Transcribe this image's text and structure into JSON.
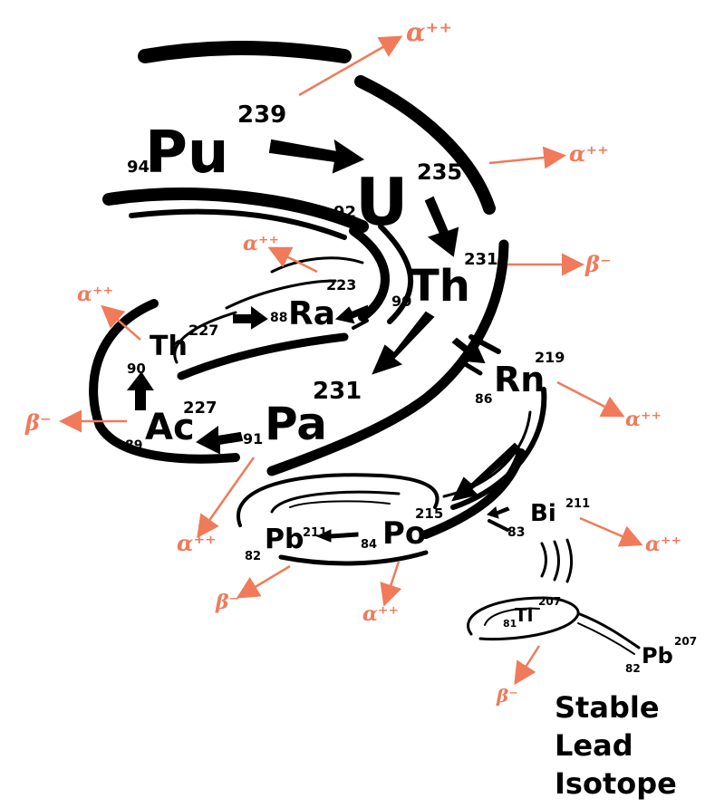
{
  "colors": {
    "ink": "#000000",
    "emission": "#f07a5a"
  },
  "nuclides": [
    {
      "id": "pu239",
      "symbol": "Pu",
      "mass": "239",
      "z": "94"
    },
    {
      "id": "u235",
      "symbol": "U",
      "mass": "235",
      "z": "92"
    },
    {
      "id": "th231",
      "symbol": "Th",
      "mass": "231",
      "z": "90"
    },
    {
      "id": "pa231",
      "symbol": "Pa",
      "mass": "231",
      "z": "91"
    },
    {
      "id": "ac227",
      "symbol": "Ac",
      "mass": "227",
      "z": "89"
    },
    {
      "id": "th227",
      "symbol": "Th",
      "mass": "227",
      "z": "90"
    },
    {
      "id": "ra223",
      "symbol": "Ra",
      "mass": "223",
      "z": "88"
    },
    {
      "id": "rn219",
      "symbol": "Rn",
      "mass": "219",
      "z": "86"
    },
    {
      "id": "po215",
      "symbol": "Po",
      "mass": "215",
      "z": "84"
    },
    {
      "id": "pb211",
      "symbol": "Pb",
      "mass": "211",
      "z": "82"
    },
    {
      "id": "bi211",
      "symbol": "Bi",
      "mass": "211",
      "z": "83"
    },
    {
      "id": "tl207",
      "symbol": "Tl",
      "mass": "207",
      "z": "81"
    },
    {
      "id": "pb207",
      "symbol": "Pb",
      "mass": "207",
      "z": "82"
    }
  ],
  "emissions": {
    "alpha": "α⁺⁺",
    "beta": "β⁻"
  },
  "stable_label": [
    "Stable",
    "Lead",
    "Isotope"
  ]
}
